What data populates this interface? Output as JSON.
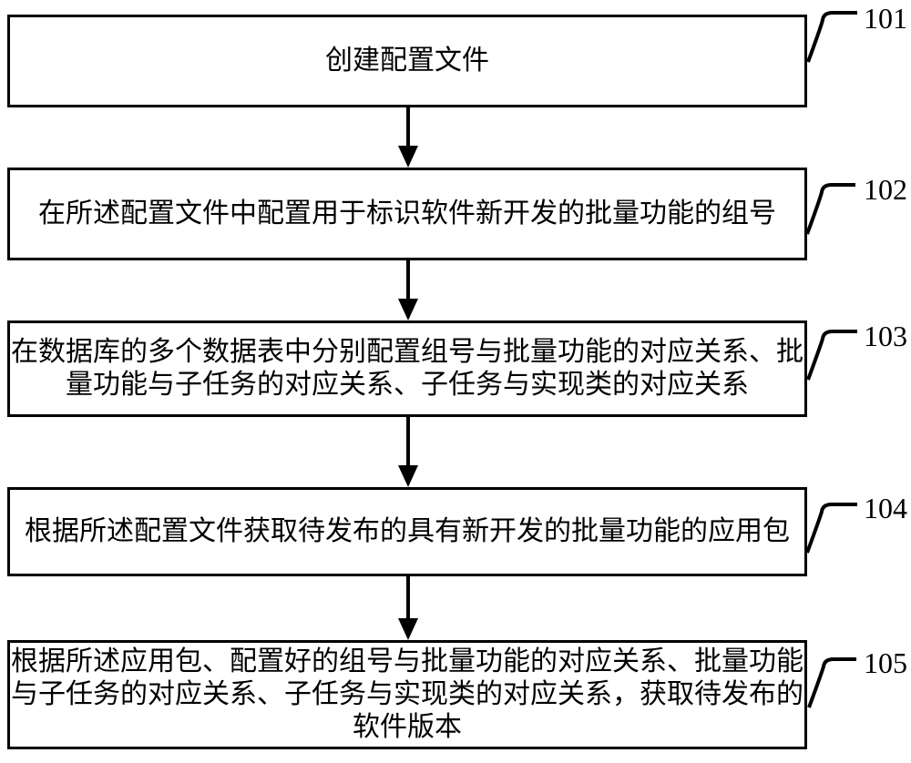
{
  "figure": {
    "background_color": "#ffffff",
    "line_color": "#000000",
    "steps": [
      {
        "ref_label": "101",
        "lines": [
          "创建配置文件"
        ]
      },
      {
        "ref_label": "102",
        "lines": [
          "在所述配置文件中配置用于标识软件新开发的批量功能的组号"
        ]
      },
      {
        "ref_label": "103",
        "lines": [
          "在数据库的多个数据表中分别配置组号与批量功能的对应关系、批",
          "量功能与子任务的对应关系、子任务与实现类的对应关系"
        ]
      },
      {
        "ref_label": "104",
        "lines": [
          "根据所述配置文件获取待发布的具有新开发的批量功能的应用包"
        ]
      },
      {
        "ref_label": "105",
        "lines": [
          "根据所述应用包、配置好的组号与批量功能的对应关系、批量功能",
          "与子任务的对应关系、子任务与实现类的对应关系，获取待发布的",
          "软件版本"
        ]
      }
    ]
  }
}
